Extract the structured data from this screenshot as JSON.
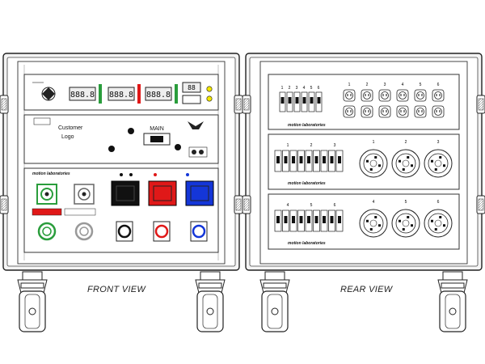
{
  "views": {
    "front_label": "FRONT VIEW",
    "rear_label": "REAR VIEW"
  },
  "front": {
    "meter_readouts": [
      "888.8",
      "888.8",
      "888.8"
    ],
    "small_readout": "88",
    "placeholder_text_line1": "Customer",
    "placeholder_text_line2": "Logo",
    "main_label": "MAIN",
    "brand_text": "motion laboratories",
    "connector_colors": [
      "#2a9d3c",
      "#bdbdbd",
      "#111111",
      "#e01818",
      "#1436d8"
    ],
    "indicator_led_color": "#f2e600"
  },
  "rear": {
    "top_breaker_numbers": [
      "1",
      "2",
      "3",
      "4",
      "5",
      "6"
    ],
    "top_outlet_numbers": [
      "1",
      "2",
      "3",
      "4",
      "5",
      "6"
    ],
    "mid_breaker_numbers": [
      "1",
      "2",
      "3"
    ],
    "mid_twistlock_numbers": [
      "1",
      "2",
      "3"
    ],
    "bottom_breaker_numbers": [
      "4",
      "5",
      "6"
    ],
    "bottom_twistlock_numbers": [
      "4",
      "5",
      "6"
    ],
    "brand_text": "motion laboratories"
  }
}
